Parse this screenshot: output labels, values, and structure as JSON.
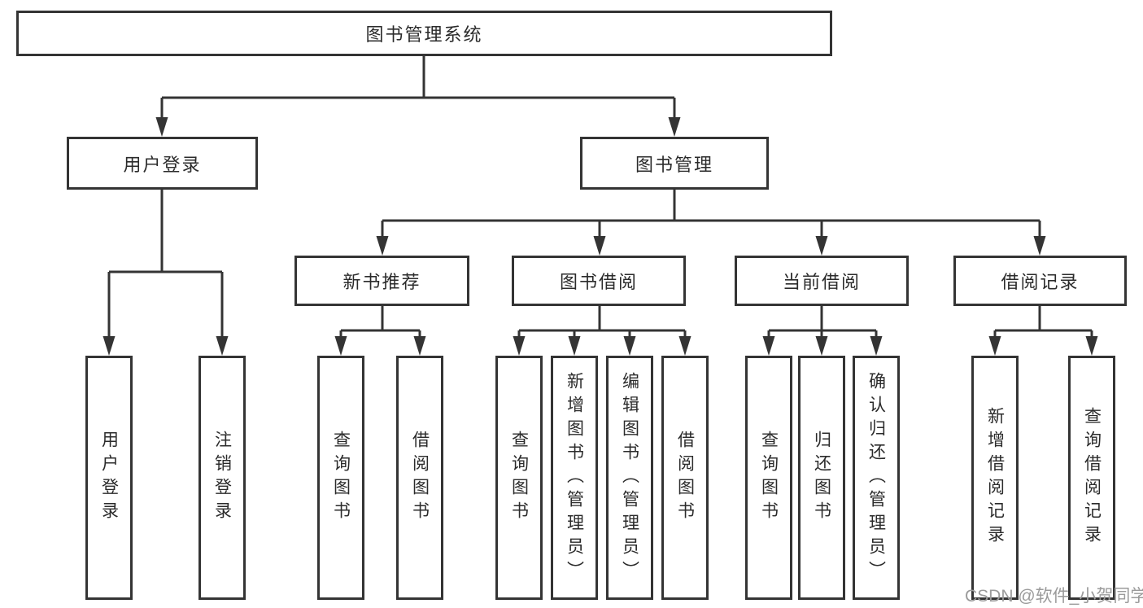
{
  "tree": {
    "root": {
      "label": "图书管理系统"
    },
    "level2": [
      {
        "label": "用户登录",
        "children": [
          "用户登录",
          "注销登录"
        ]
      },
      {
        "label": "图书管理"
      }
    ],
    "level3": [
      {
        "label": "新书推荐",
        "children": [
          "查询图书",
          "借阅图书"
        ]
      },
      {
        "label": "图书借阅",
        "children": [
          "查询图书",
          "新增图书（管理员）",
          "编辑图书（管理员）",
          "借阅图书"
        ]
      },
      {
        "label": "当前借阅",
        "children": [
          "查询图书",
          "归还图书",
          "确认归还（管理员）"
        ]
      },
      {
        "label": "借阅记录",
        "children": [
          "新增借阅记录",
          "查询借阅记录"
        ]
      }
    ]
  },
  "watermark": {
    "text": "CSDN @软件_小贺同学"
  },
  "colors": {
    "line": "#343434",
    "border": "#343434",
    "background": "#ffffff",
    "text": "#2b2b2b",
    "watermark": "#9b9b9b"
  }
}
